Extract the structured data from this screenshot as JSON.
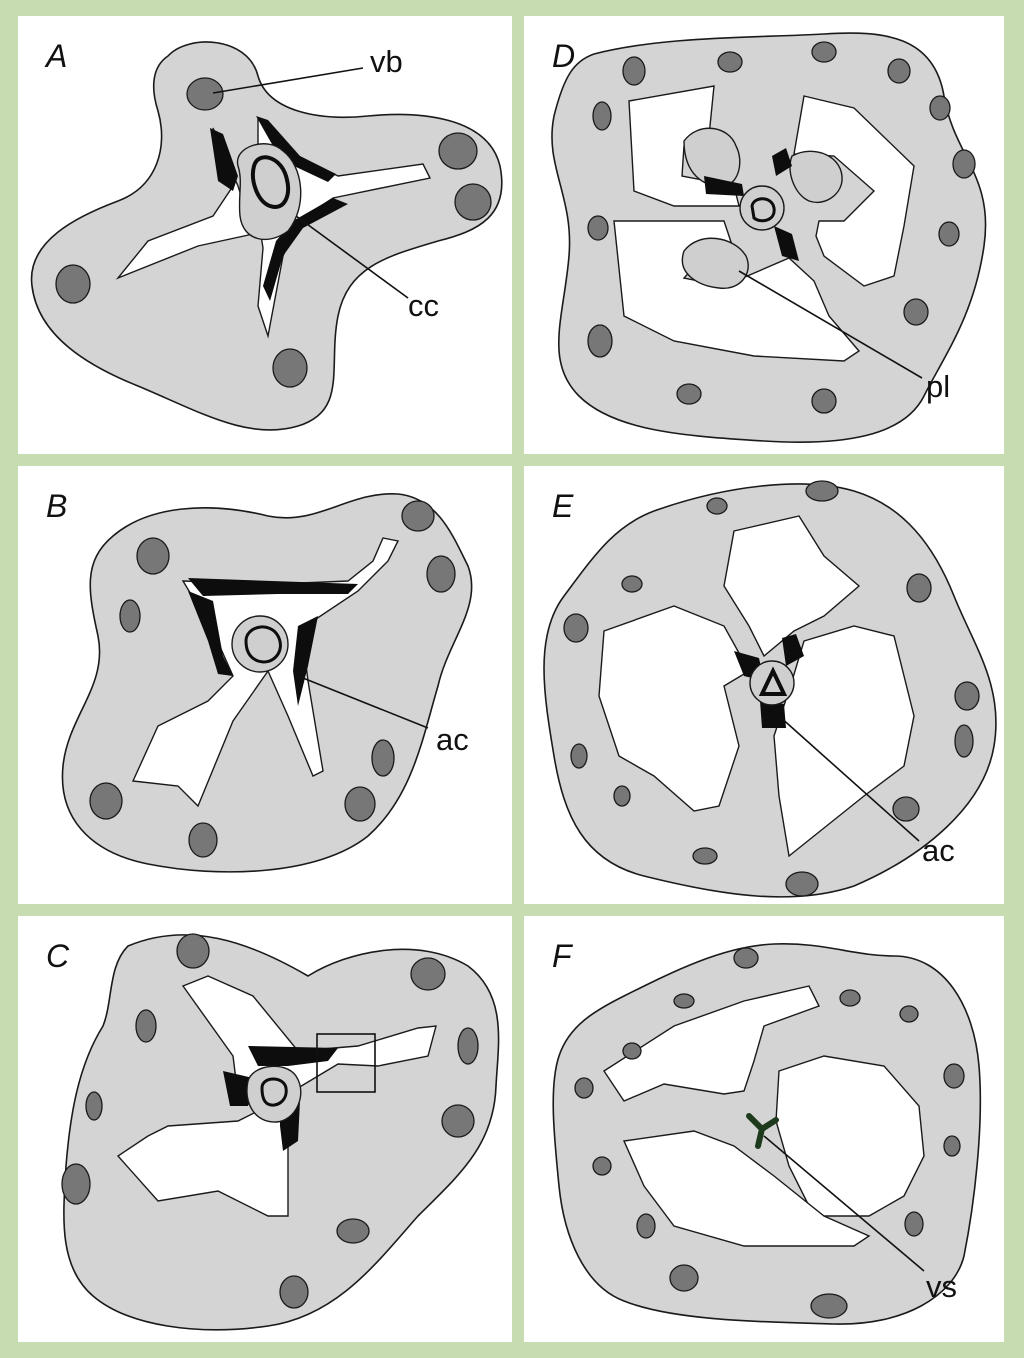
{
  "panels": {
    "A": {
      "letter": "A",
      "labels": [
        "vb",
        "cc"
      ]
    },
    "B": {
      "letter": "B",
      "labels": [
        "ac"
      ]
    },
    "C": {
      "letter": "C",
      "labels": []
    },
    "D": {
      "letter": "D",
      "labels": [
        "pl"
      ]
    },
    "E": {
      "letter": "E",
      "labels": [
        "ac"
      ]
    },
    "F": {
      "letter": "F",
      "labels": [
        "vs"
      ]
    }
  },
  "colors": {
    "frame": "#c7ddb1",
    "tissue": "#d4d4d4",
    "bundle": "#777777",
    "dark_tissue": "#0d0d0d",
    "vs_mark": "#1d3a1d"
  }
}
